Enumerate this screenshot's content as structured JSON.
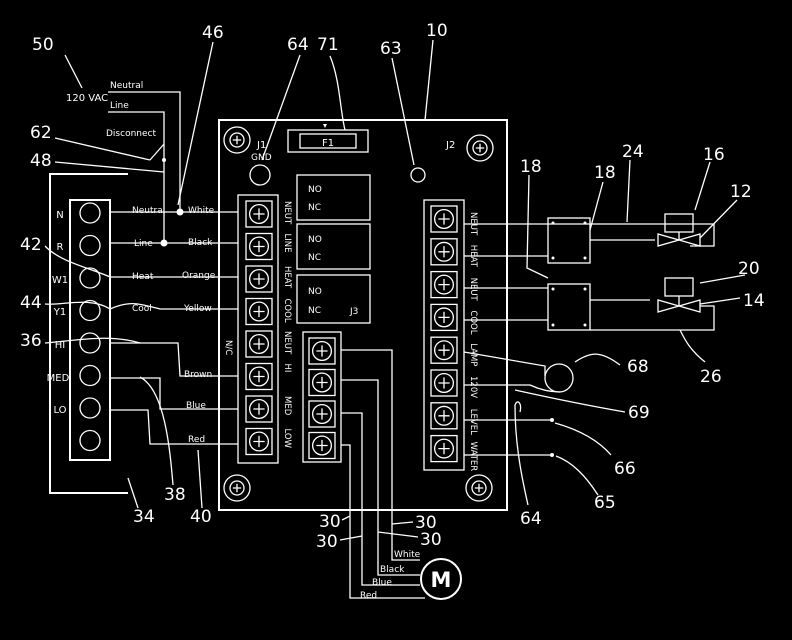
{
  "refs": {
    "r50": "50",
    "r46": "46",
    "r64a": "64",
    "r71": "71",
    "r63": "63",
    "r10": "10",
    "r62": "62",
    "r48": "48",
    "r42": "42",
    "r44": "44",
    "r36": "36",
    "r18a": "18",
    "r18b": "18",
    "r24": "24",
    "r16": "16",
    "r12": "12",
    "r20": "20",
    "r14": "14",
    "r26": "26",
    "r68": "68",
    "r69": "69",
    "r66": "66",
    "r65": "65",
    "r64b": "64",
    "r34": "34",
    "r38": "38",
    "r40": "40",
    "r30a": "30",
    "r30b": "30",
    "r30c": "30",
    "r30d": "30"
  },
  "supply": {
    "voltage": "120 VAC",
    "neutral": "Neutral",
    "line": "Line",
    "disconnect": "Disconnect"
  },
  "terminal_strip": [
    "N",
    "R",
    "W1",
    "Y1",
    "HI",
    "MED",
    "LO"
  ],
  "wires_left": {
    "neutral": "Neutral",
    "line": "Line",
    "heat": "Heat",
    "cool": "Cool"
  },
  "wire_colors": {
    "white": "White",
    "black": "Black",
    "orange": "Orange",
    "yellow": "Yellow",
    "brown": "Brown",
    "blue": "Blue",
    "red": "Red"
  },
  "board": {
    "j1": "J1",
    "gnd": "GND",
    "j2": "J2",
    "j3": "J3",
    "fuse": "F1",
    "nc_label": "N/C",
    "relays": [
      {
        "no": "NO",
        "nc": "NC"
      },
      {
        "no": "NO",
        "nc": "NC"
      },
      {
        "no": "NO",
        "nc": "NC"
      }
    ],
    "left_block_labels": [
      "NEUT",
      "LINE",
      "HEAT",
      "COOL",
      "NEUT",
      "HI",
      "MED",
      "LOW"
    ],
    "right_block_labels": [
      "NEUT",
      "HEAT",
      "NEUT",
      "COOL",
      "LAMP",
      "120V",
      "LEVEL",
      "WATER"
    ]
  },
  "motor": {
    "symbol": "M",
    "wires": [
      "White",
      "Black",
      "Blue",
      "Red"
    ]
  }
}
